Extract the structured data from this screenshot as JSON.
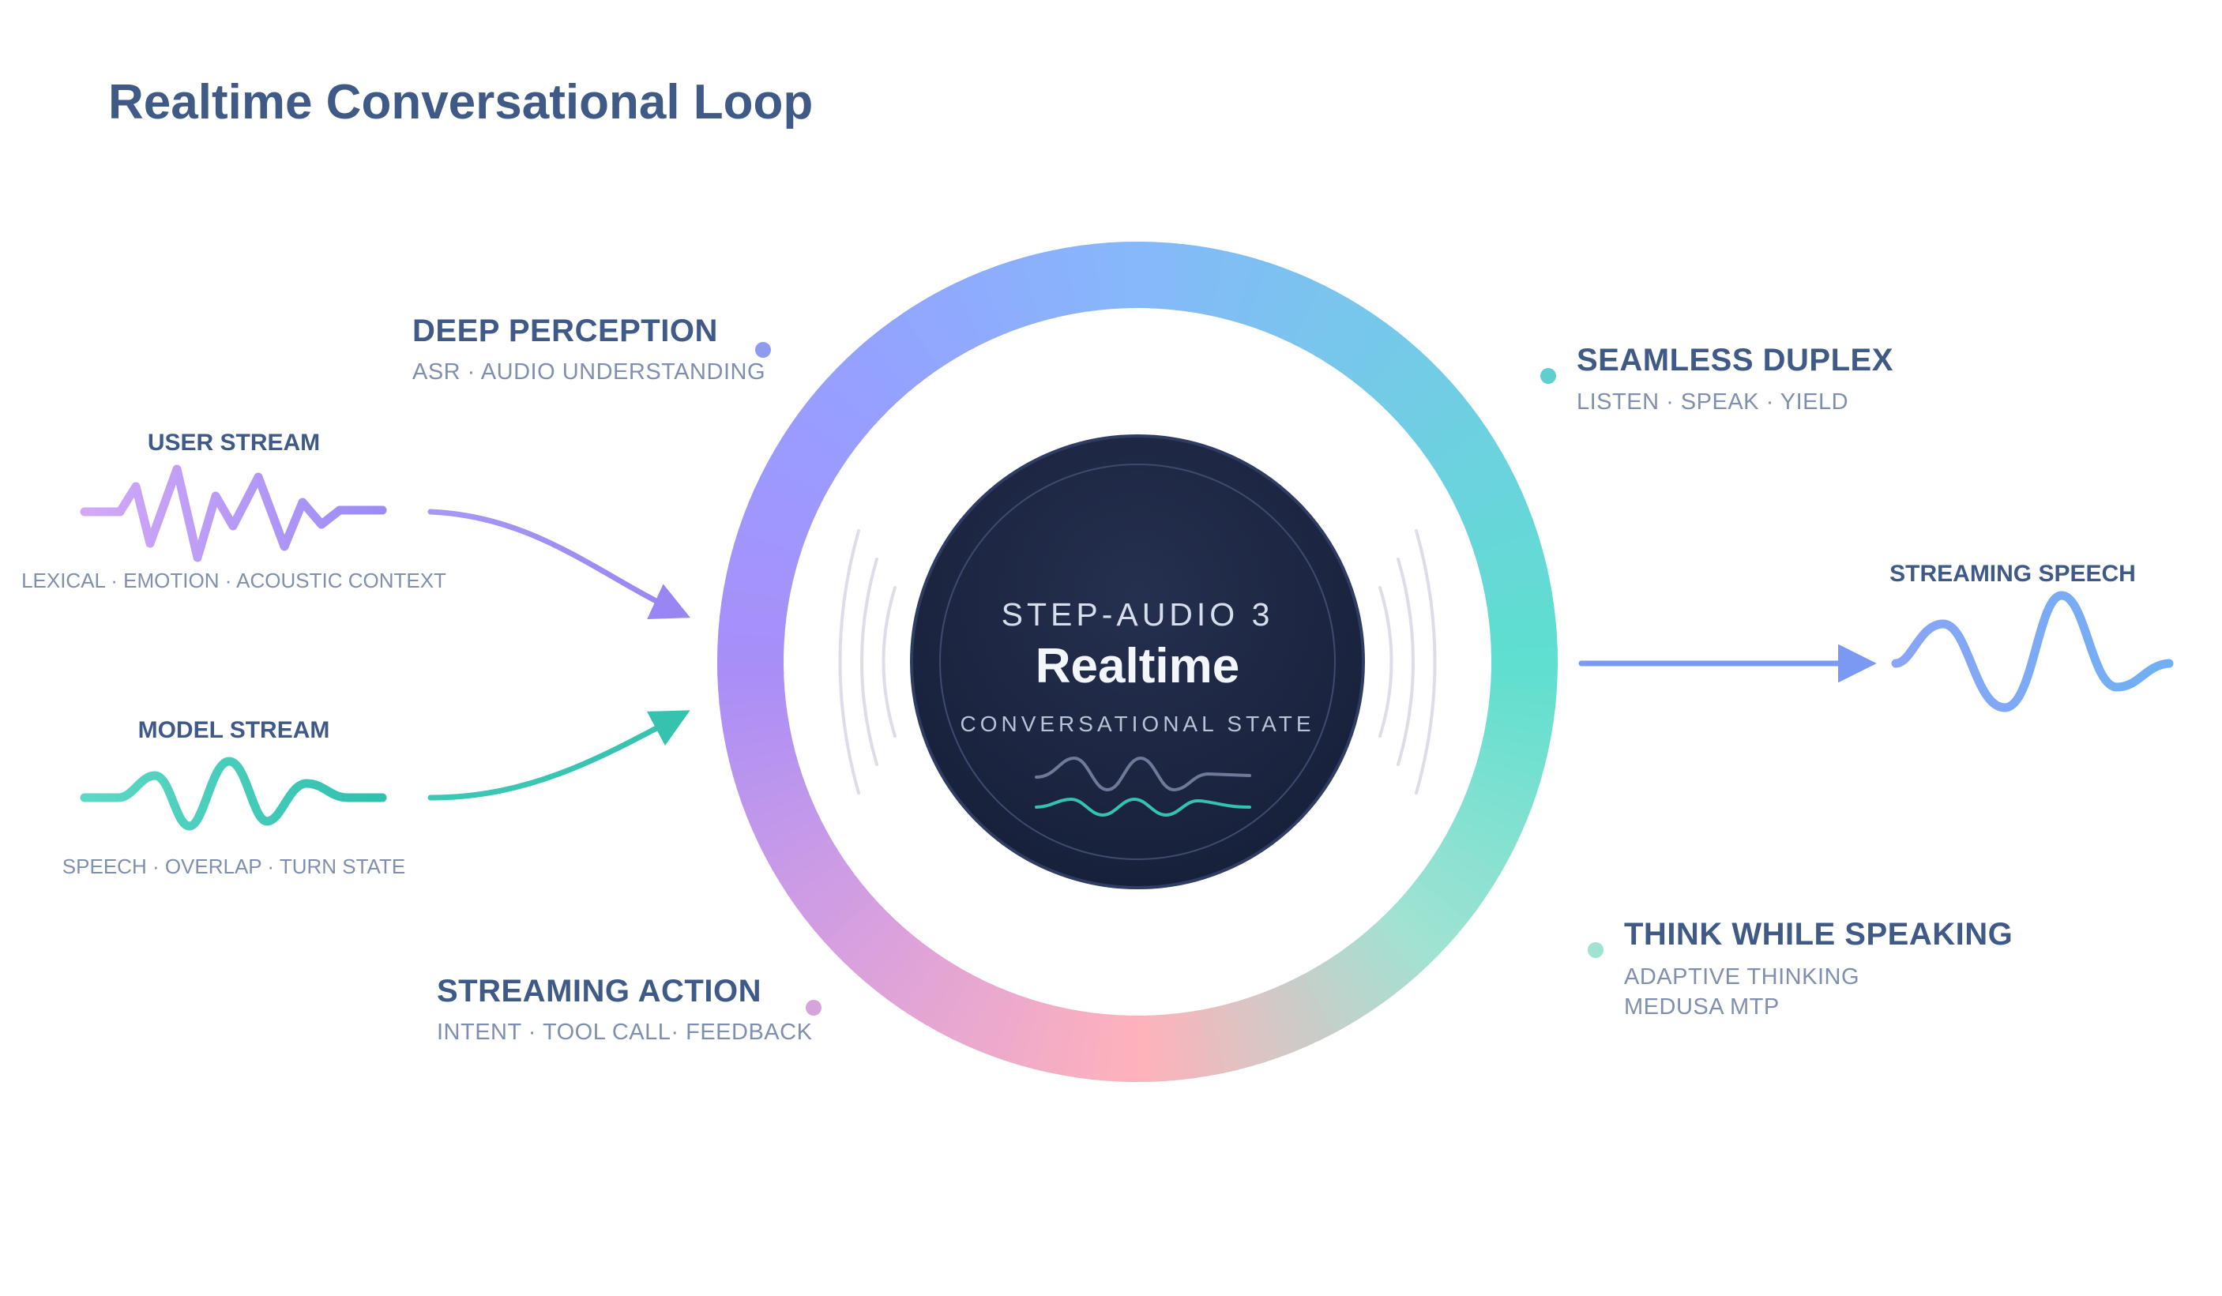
{
  "title": "Realtime Conversational Loop",
  "core": {
    "top_label": "STEP-AUDIO 3",
    "main_label": "Realtime",
    "bottom_label": "CONVERSATIONAL STATE"
  },
  "features": {
    "deep_perception": {
      "title": "DEEP PERCEPTION",
      "subtitle": "ASR · AUDIO UNDERSTANDING",
      "dot_color": "#8e9cf0"
    },
    "seamless_duplex": {
      "title": "SEAMLESS DUPLEX",
      "subtitle": "LISTEN · SPEAK · YIELD",
      "dot_color": "#5ecfcf"
    },
    "think_while_speaking": {
      "title": "THINK WHILE SPEAKING",
      "subtitle_line1": "ADAPTIVE THINKING",
      "subtitle_line2": "MEDUSA MTP",
      "dot_color": "#9fe3d3"
    },
    "streaming_action": {
      "title": "STREAMING ACTION",
      "subtitle": "INTENT · TOOL CALL· FEEDBACK",
      "dot_color": "#d6a3dc"
    }
  },
  "streams": {
    "user": {
      "title": "USER STREAM",
      "subtitle": "LEXICAL · EMOTION · ACOUSTIC CONTEXT"
    },
    "model": {
      "title": "MODEL STREAM",
      "subtitle": "SPEECH · OVERLAP · TURN STATE"
    },
    "output": {
      "title": "STREAMING SPEECH"
    }
  },
  "colors": {
    "title": "#3f5a86",
    "subtitle": "#7f8fad",
    "core_fill": "#1b2440",
    "user_wave": "#a98cf5",
    "model_wave": "#35c4b0",
    "output_wave": "#7aa8f5",
    "output_arrow": "#7b98f2",
    "ring_top": "#86b8fb",
    "ring_right": "#5edfcf",
    "ring_bottom": "#ffb2bb",
    "ring_left": "#a88ef8"
  }
}
